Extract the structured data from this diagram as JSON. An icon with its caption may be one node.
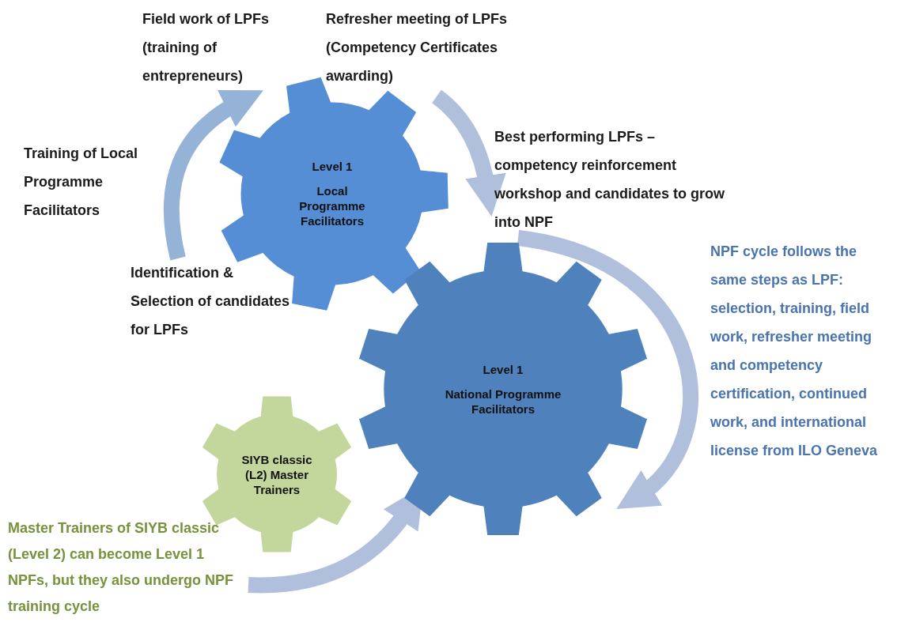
{
  "diagram": {
    "nodes": [
      {
        "text": [
          "Level 1",
          "Local Programme Facilitators"
        ]
      },
      {
        "text": [
          "Level 1",
          "National Programme Facilitators"
        ]
      },
      {
        "text": [
          "SIYB classic (L2) Master Trainers"
        ]
      },
      {
        "text": [
          "Field work of LPFs (training of entrepreneurs)"
        ]
      },
      {
        "text": [
          "Refresher meeting of LPFs (Competency Certificates awarding)"
        ]
      },
      {
        "text": [
          "Training of Local Programme Facilitators"
        ]
      },
      {
        "text": [
          "Identification & Selection of candidates for LPFs"
        ]
      },
      {
        "text": [
          "Best performing LPFs – competency reinforcement workshop and candidates to grow into NPF"
        ]
      },
      {
        "text": [
          "NPF cycle follows the same steps as LPF: selection, training, field work, refresher meeting and competency certification, continued work, and international license from ILO Geneva"
        ]
      },
      {
        "text": [
          "Master Trainers of SIYB classic (Level 2) can become Level 1 NPFs, but they also undergo NPF training cycle"
        ]
      }
    ],
    "edges": [
      {
        "from": 6,
        "to": 3,
        "arrow": "to"
      },
      {
        "from": 4,
        "to": 7,
        "arrow": "to"
      },
      {
        "from": 7,
        "to": 1,
        "arrow": "to"
      },
      {
        "from": 9,
        "to": 1,
        "arrow": "to"
      }
    ]
  }
}
